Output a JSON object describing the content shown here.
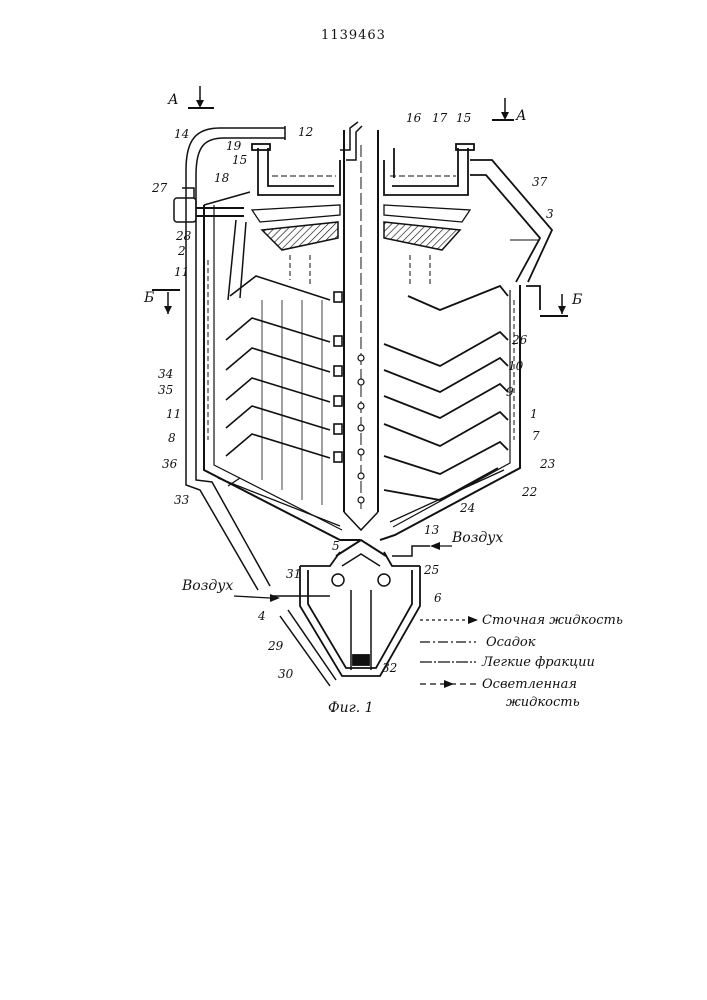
{
  "patent_number": "1139463",
  "section_marks": {
    "a_left": "А",
    "a_right": "А",
    "b_left": "Б",
    "b_right": "Б"
  },
  "labels": {
    "l1": "1",
    "l2": "2",
    "l3": "3",
    "l4": "4",
    "l5": "5",
    "l6": "6",
    "l7": "7",
    "l8": "8",
    "l9": "9",
    "l10": "10",
    "l11a": "11",
    "l11b": "11",
    "l12": "12",
    "l13": "13",
    "l14": "14",
    "l15a": "15",
    "l15b": "15",
    "l16": "16",
    "l17": "17",
    "l18": "18",
    "l19": "19",
    "l22": "22",
    "l23": "23",
    "l24": "24",
    "l25": "25",
    "l26": "26",
    "l27": "27",
    "l28": "28",
    "l29": "29",
    "l30": "30",
    "l31": "31",
    "l32": "32",
    "l33": "33",
    "l34": "34",
    "l35": "35",
    "l36": "36",
    "l37": "37"
  },
  "air_label_right": "Воздух",
  "air_label_left": "Воздух",
  "legend": {
    "wastewater": "Сточная жидкость",
    "sludge": "Осадок",
    "light_fractions": "Легкие фракции",
    "clarified_line1": "Осветленная",
    "clarified_line2": "жидкость"
  },
  "figure_caption": "Фиг. 1"
}
